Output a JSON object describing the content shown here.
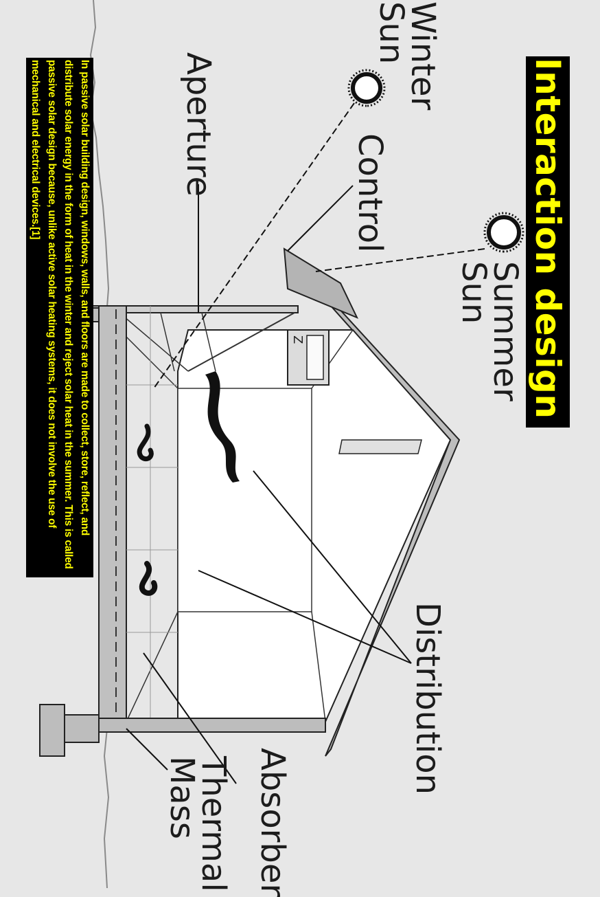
{
  "title": "Interaction design",
  "caption": "In passive solar building design, windows, walls, and floors are made to collect, store, reflect, and distribute solar energy in the form of heat in the winter and reject solar heat in the summer. This is called passive solar design because, unlike active solar heating systems, it does not involve the use of mechanical and electrical devices.[1]",
  "labels": {
    "winter_sun": [
      "Winter",
      "Sun"
    ],
    "summer_sun": [
      "Summer",
      "Sun"
    ],
    "aperture": "Aperture",
    "control": "Control",
    "distribution": "Distribution",
    "absorber": "Absorber",
    "thermal_mass": [
      "Thermal",
      "Mass"
    ]
  },
  "colors": {
    "background": "#e7e7e7",
    "title_text": "#ffff00",
    "title_box": "#000000",
    "house_wall": "#b4b4b4",
    "room_fill": "#ffffff",
    "line": "#1c1c1c"
  }
}
